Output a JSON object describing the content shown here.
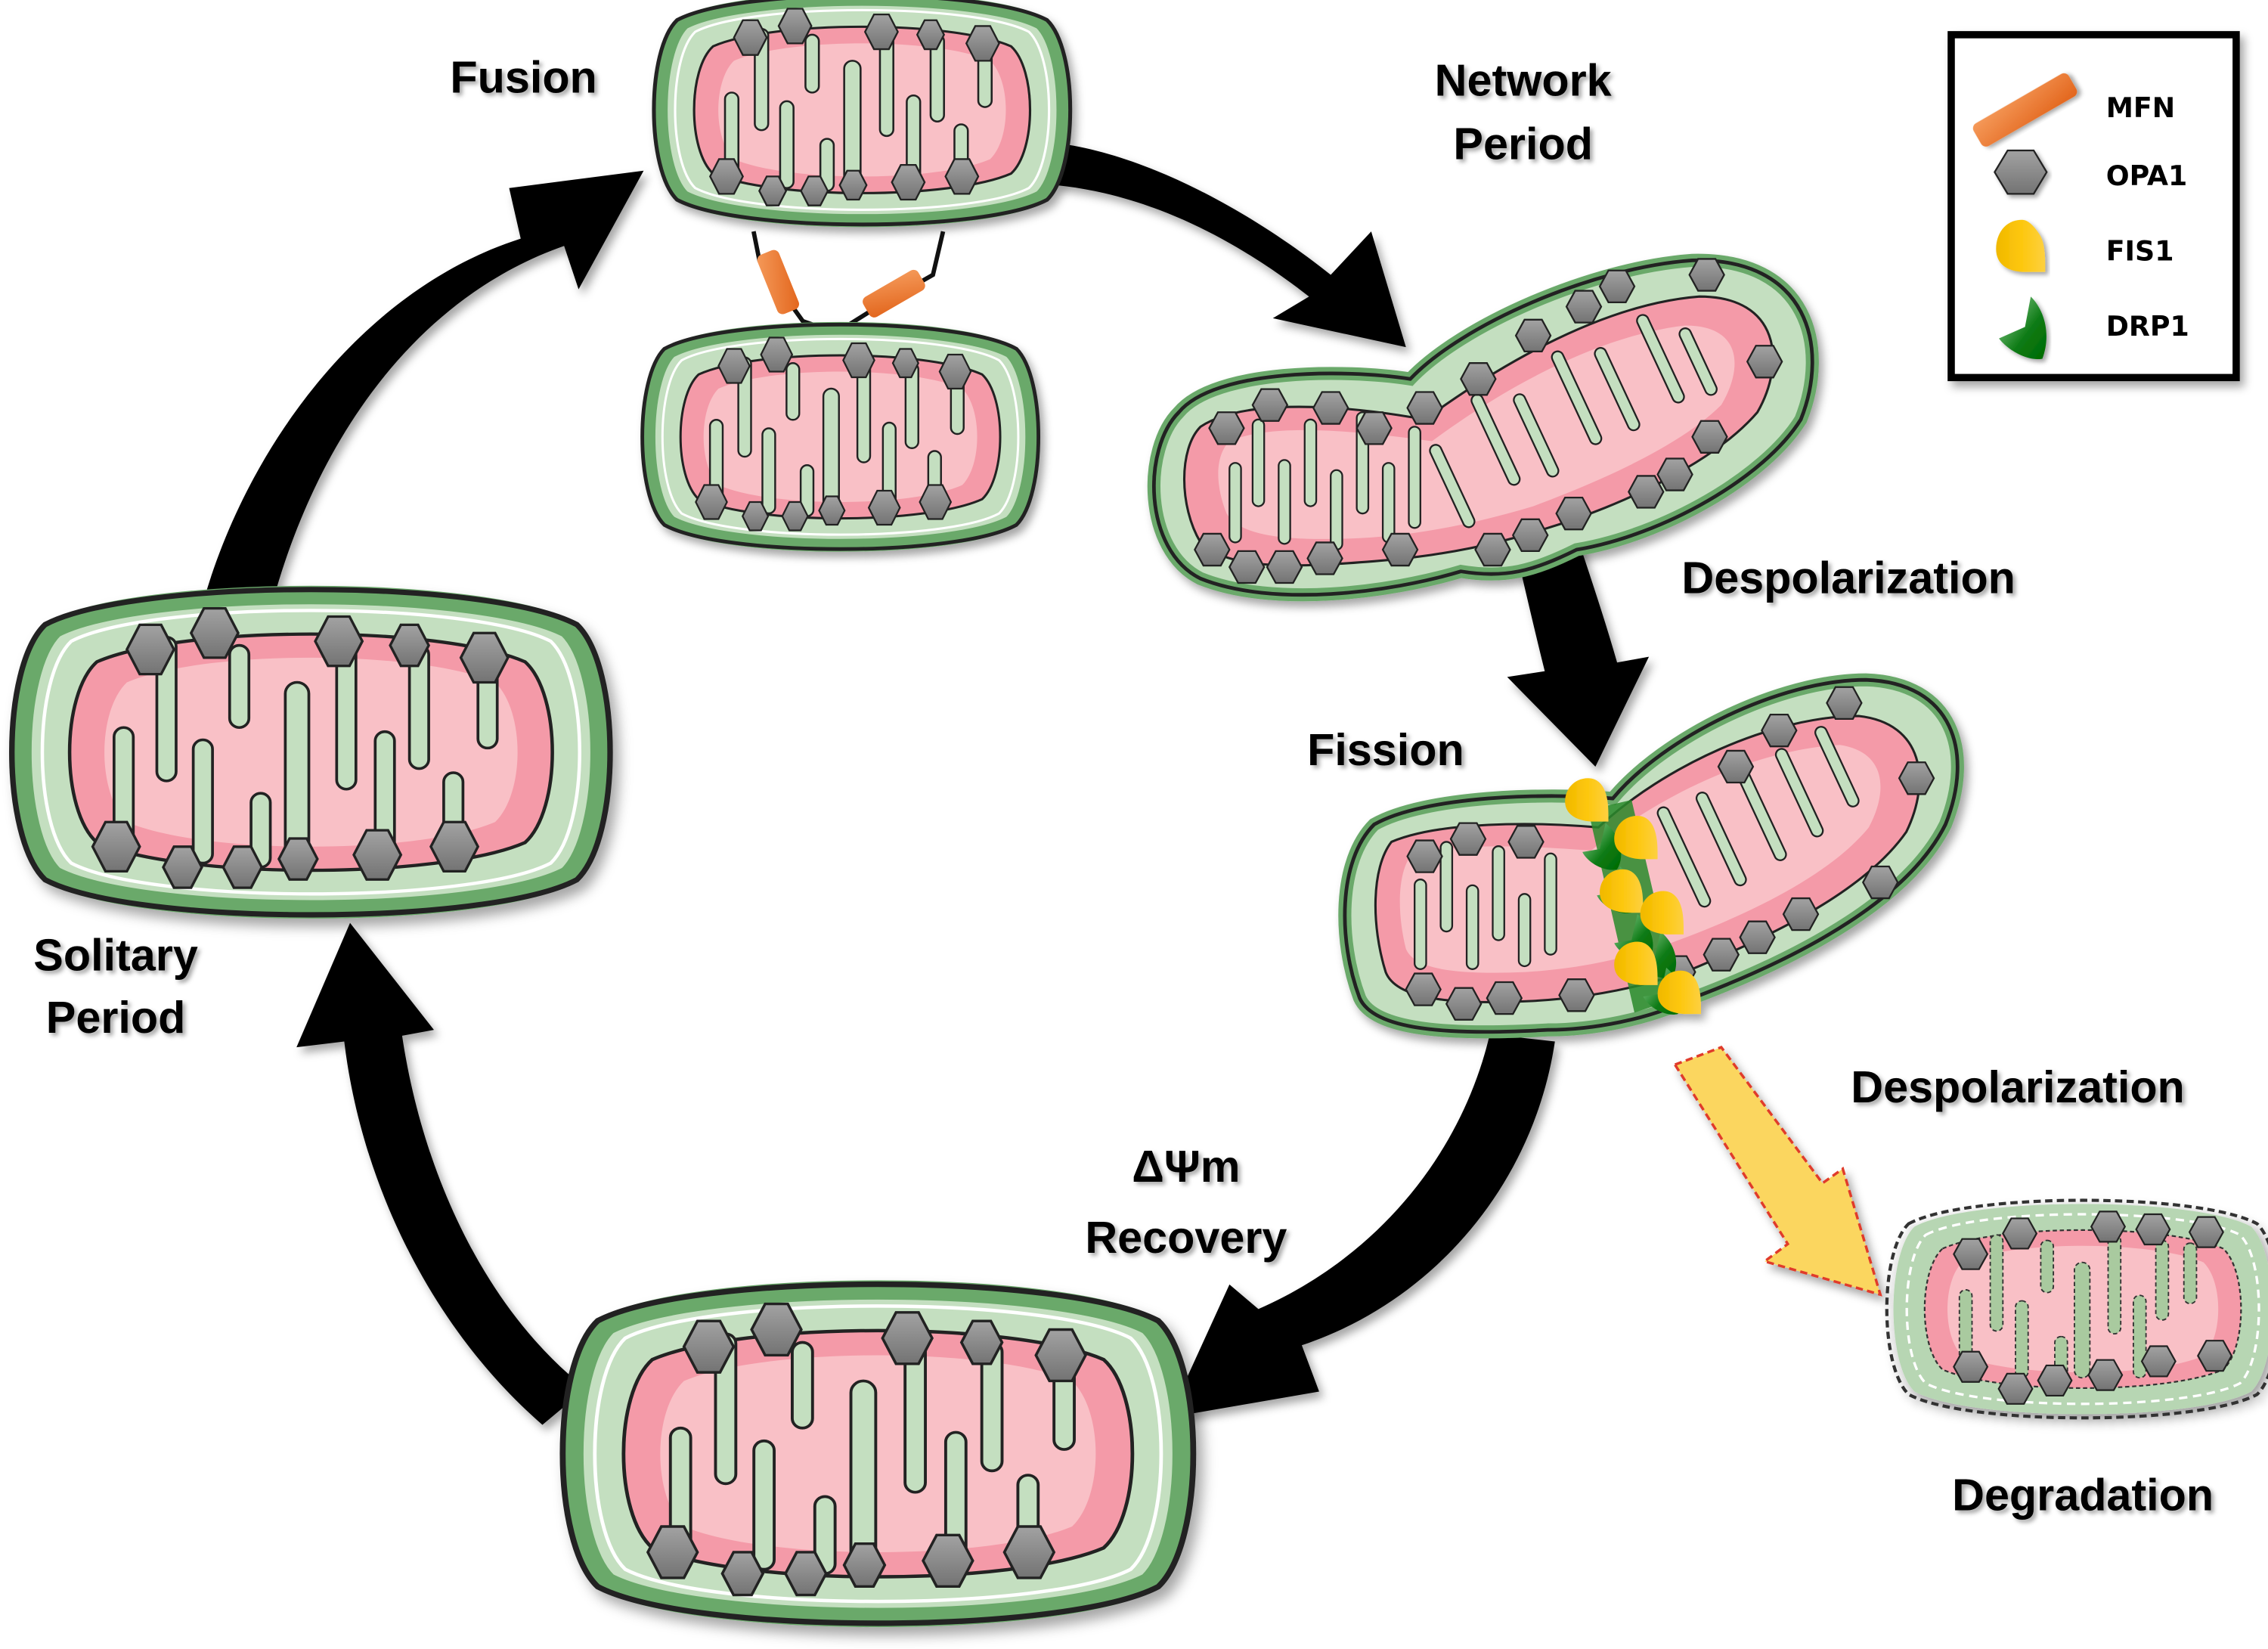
{
  "figure": {
    "title": "Mitochondrial dynamics cycle",
    "colors": {
      "outer_membrane": "#6aa96a",
      "intermembrane": "#c4dfc0",
      "matrix_dark": "#f49aa8",
      "matrix_light": "#f9c0c6",
      "cristae_fill": "#c4dfc0",
      "opa1": "#8a8a8a",
      "mfn": "#ef7a2e",
      "fis1": "#f8c10a",
      "drp1": "#1f8a2a",
      "arrow_main": "#000000",
      "arrow_degradation": "#fbd65e",
      "arrow_degradation_border": "#e03a2a"
    }
  },
  "labels": {
    "fusion": "Fusion",
    "network_period_line1": "Network",
    "network_period_line2": "Period",
    "despolarization_1": "Despolarization",
    "fission": "Fission",
    "despolarization_2": "Despolarization",
    "degradation": "Degradation",
    "recovery_line1": "ΔΨm",
    "recovery_line2": "Recovery",
    "solitary_line1": "Solitary",
    "solitary_line2": "Period"
  },
  "legend": {
    "items": [
      {
        "label": "MFN",
        "icon": "mfn-bar-icon"
      },
      {
        "label": "OPA1",
        "icon": "opa1-hexagon-icon"
      },
      {
        "label": "FIS1",
        "icon": "fis1-drop-icon"
      },
      {
        "label": "DRP1",
        "icon": "drp1-crescent-icon"
      }
    ]
  },
  "stages": [
    {
      "name": "fusion",
      "description": "Two mitochondria tethered by MFN"
    },
    {
      "name": "network-period",
      "description": "Fused elongated mitochondrion"
    },
    {
      "name": "fission",
      "description": "DRP1/FIS1 constriction ring"
    },
    {
      "name": "degradation",
      "description": "Depolarized mitochondrion with dashed membranes"
    },
    {
      "name": "recovery",
      "description": "Mitochondrion after ΔΨm recovery"
    },
    {
      "name": "solitary-period",
      "description": "Single mitochondrion"
    }
  ]
}
